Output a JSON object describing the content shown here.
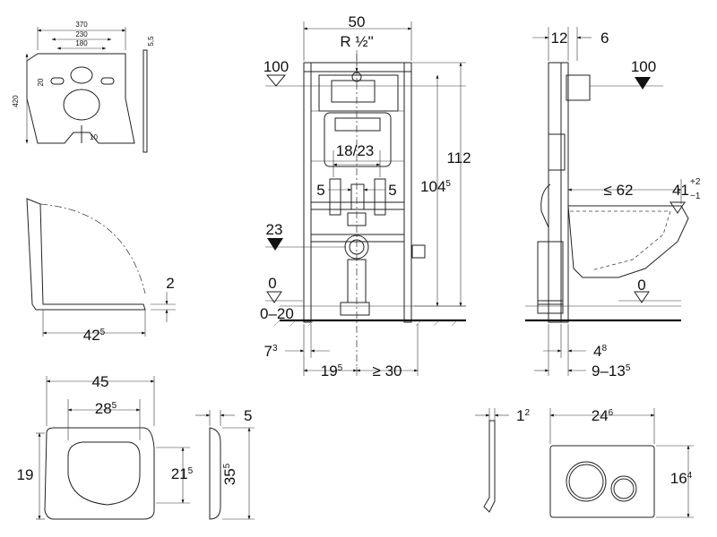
{
  "colors": {
    "line": "#222222",
    "fill": "#111111",
    "background": "#ffffff"
  },
  "mat": {
    "width_total": "370",
    "width_mid": "230",
    "width_inner": "180",
    "thickness": "5,5",
    "height": "420",
    "hole_h": "20",
    "slot_w": "10"
  },
  "seat": {
    "height": "2",
    "depth_main": "42",
    "depth_sup": "5"
  },
  "frame": {
    "width": "50",
    "pipe": "R ½\"",
    "spacing": "18/23",
    "offset_left": "5",
    "offset_right": "5",
    "level_top": "100",
    "level_mid": "23",
    "level_zero": "0",
    "floor_range": "0–20",
    "height_total": "112",
    "height_inner_main": "104",
    "height_inner_sup": "5",
    "bottom_a_main": "7",
    "bottom_a_sup": "3",
    "bottom_b_main": "19",
    "bottom_b_sup": "5",
    "bottom_c": "≥ 30"
  },
  "side": {
    "depth_a": "12",
    "depth_b": "6",
    "level_top": "100",
    "bowl_depth": "≤ 62",
    "bowl_height_main": "41",
    "bowl_tol_plus": "+2",
    "bowl_tol_minus": "−1",
    "level_zero": "0",
    "bottom_a_main": "4",
    "bottom_a_sup": "8",
    "bottom_b_main": "9–13",
    "bottom_b_sup": "5"
  },
  "lid": {
    "width": "45",
    "inner_main": "28",
    "inner_sup": "5",
    "height_left": "19",
    "height_right_main": "21",
    "height_right_sup": "5",
    "side_thickness": "5",
    "side_height_main": "35",
    "side_height_sup": "5"
  },
  "plate": {
    "thickness_main": "1",
    "thickness_sup": "2",
    "width_main": "24",
    "width_sup": "6",
    "height_main": "16",
    "height_sup": "4"
  }
}
